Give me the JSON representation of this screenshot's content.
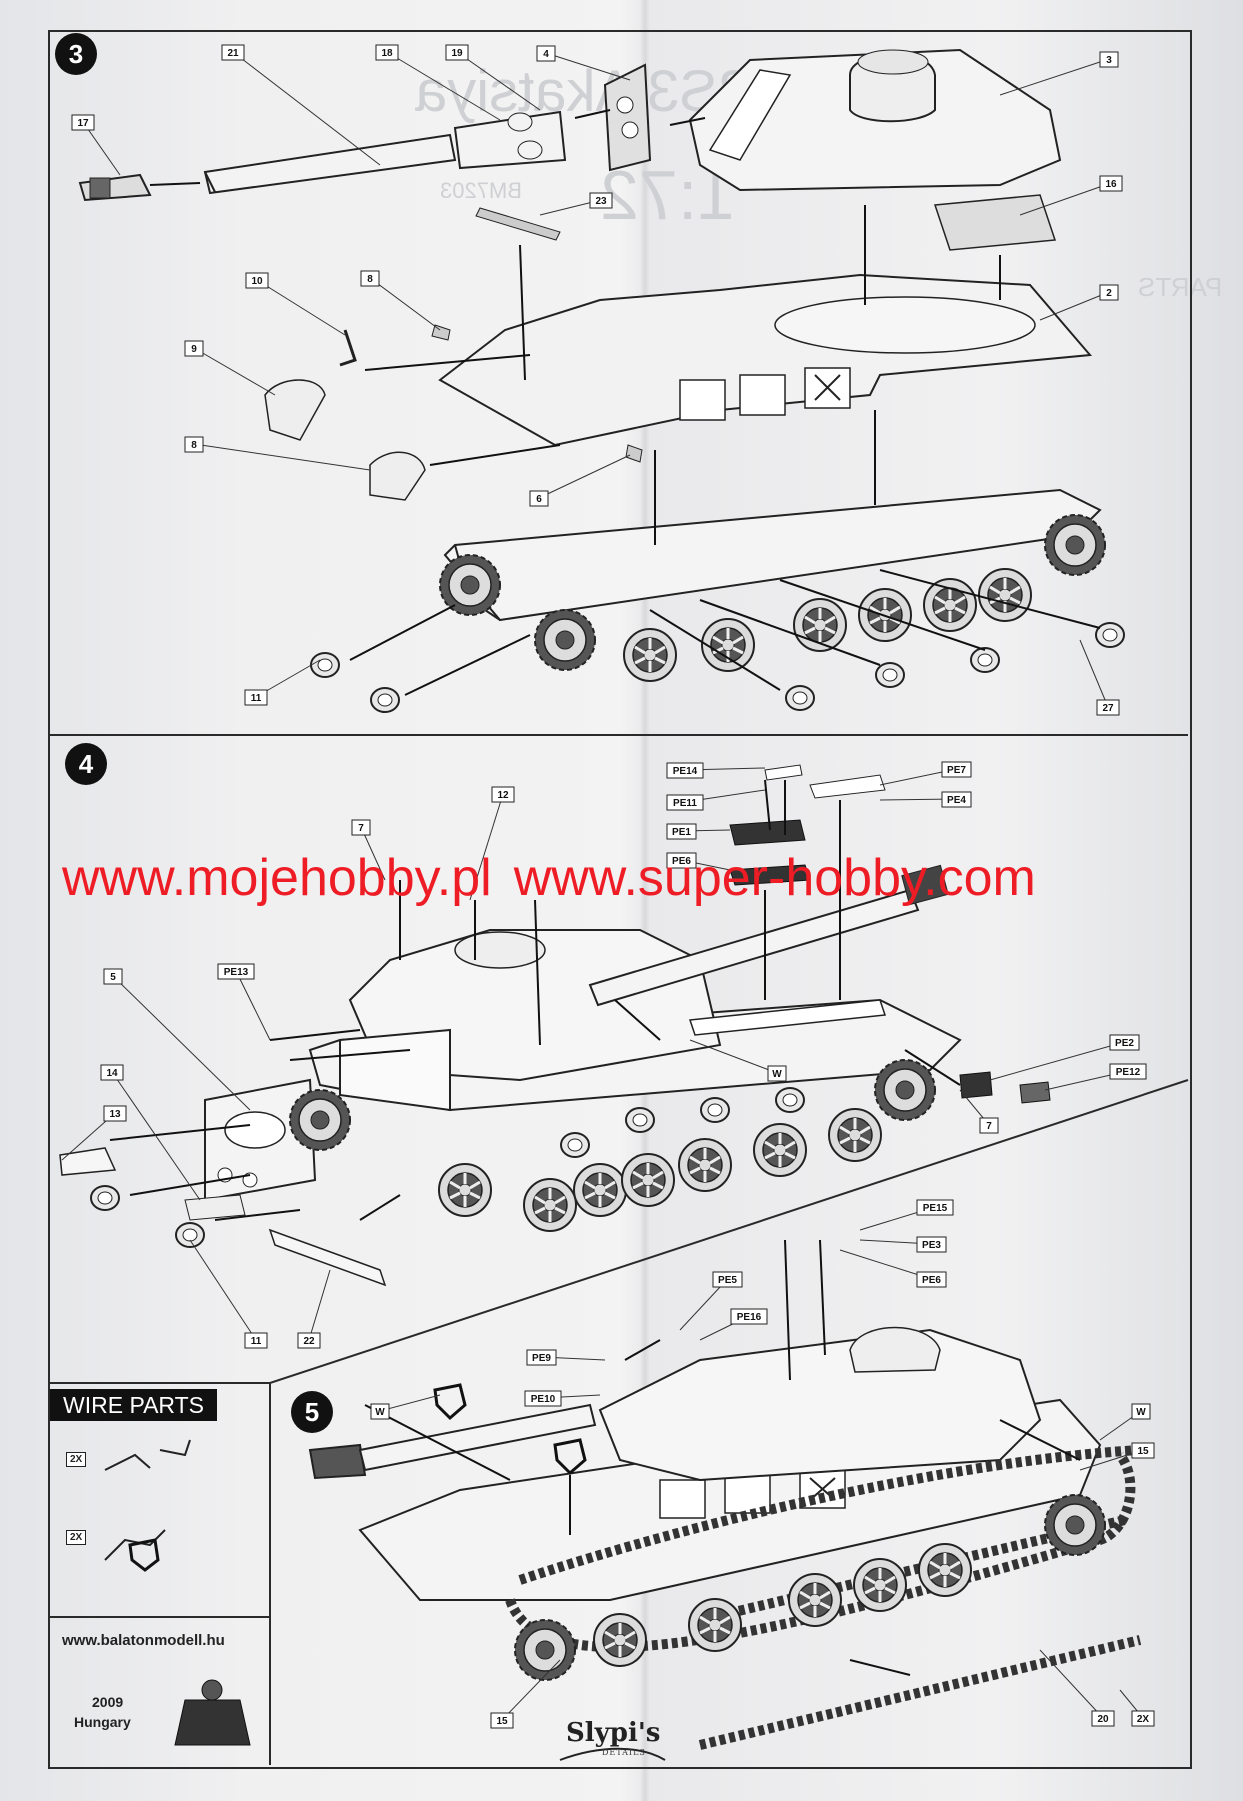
{
  "steps": [
    {
      "number": "3"
    },
    {
      "number": "4"
    },
    {
      "number": "5"
    }
  ],
  "step3_labels": [
    "21",
    "18",
    "19",
    "4",
    "3",
    "17",
    "23",
    "16",
    "2",
    "10",
    "8",
    "9",
    "8",
    "6",
    "11",
    "27"
  ],
  "step4_labels": [
    "PE14",
    "PE7",
    "PE11",
    "PE4",
    "PE1",
    "PE6",
    "12",
    "7",
    "PE13",
    "5",
    "W",
    "PE2",
    "PE12",
    "14",
    "7",
    "13",
    "11",
    "22"
  ],
  "step5_labels": [
    "PE15",
    "PE3",
    "PE6",
    "PE5",
    "PE16",
    "PE9",
    "PE10",
    "W",
    "W",
    "15",
    "15",
    "20",
    "2X"
  ],
  "watermark": {
    "url1": "www.mojehobby.pl",
    "url2": "www.super-hobby.com",
    "color": "#ee1c24"
  },
  "wire_parts": {
    "title": "WIRE PARTS",
    "qty1": "2X",
    "qty2": "2X"
  },
  "footer": {
    "website": "www.balatonmodell.hu",
    "year": "2009",
    "country": "Hungary",
    "brand": "Slypi's",
    "brand_sub": "DETAILS"
  },
  "show_through": {
    "title": "2S3 Akatsiya",
    "scale": "1:72",
    "code": "BM7203",
    "parts": "PARTS"
  }
}
